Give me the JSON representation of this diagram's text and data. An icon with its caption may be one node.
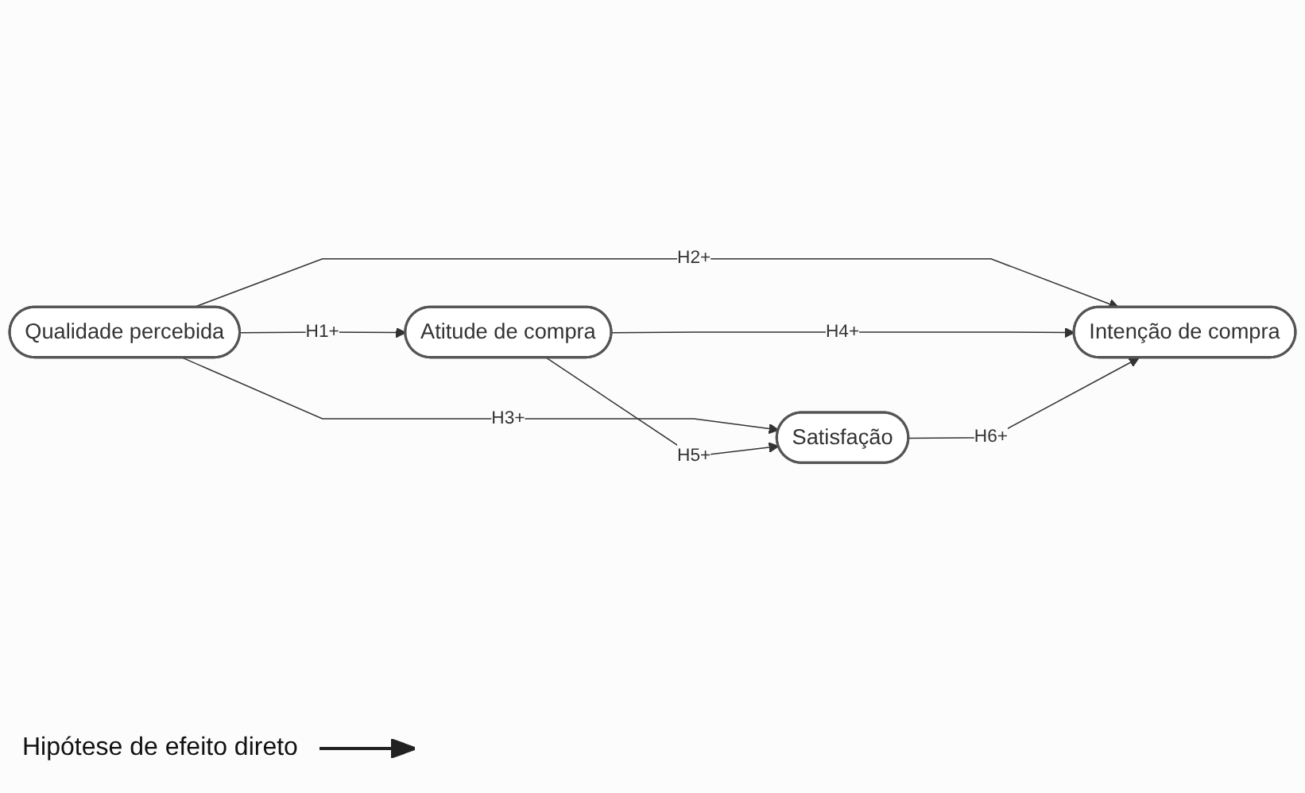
{
  "diagram": {
    "nodes": [
      {
        "text": [
          "Atitude de compra"
        ]
      },
      {
        "text": [
          "Qualidade percebida"
        ]
      },
      {
        "text": [
          "Intenção de compra"
        ]
      },
      {
        "text": [
          "Satisfação"
        ]
      }
    ],
    "edges": [
      {
        "from": 1,
        "to": 0,
        "arrow": "to",
        "label": "H1+"
      },
      {
        "from": 1,
        "to": 2,
        "arrow": "to",
        "label": "H2+"
      },
      {
        "from": 1,
        "to": 3,
        "arrow": "to",
        "label": "H3+"
      },
      {
        "from": 0,
        "to": 2,
        "arrow": "to",
        "label": "H4+"
      },
      {
        "from": 0,
        "to": 3,
        "arrow": "to",
        "label": "H5+"
      },
      {
        "from": 3,
        "to": 2,
        "arrow": "to",
        "label": "H6+"
      }
    ],
    "legend": [
      {
        "text": "Hipótese de efeito direto"
      }
    ]
  }
}
